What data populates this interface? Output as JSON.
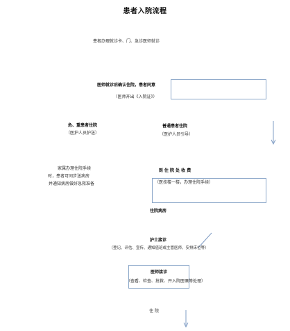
{
  "title": "患者入院流程",
  "step1": "患者办理就诊卡、门、急诊医师就诊",
  "step2": {
    "main": "医师就诊后确认住院，患者同意",
    "sub": "（医师开出《入院证》）"
  },
  "critical": {
    "main": "危、重患者住院",
    "sub": "（医护人员护送）"
  },
  "normal": {
    "main": "普通患者住院",
    "sub": "（医护人员引导）"
  },
  "family_note": {
    "line1": "家属办理住院手续",
    "line2": "时，患者可同步送病房",
    "line3": "并通知病房做好急救准备"
  },
  "admission": {
    "main": "到 住 院 处 收 费",
    "sub": "（医技楼一楼，办理住院手续）"
  },
  "ward": "住院病房",
  "nurse": {
    "main": "护士接诊",
    "sub": "（登记、评估、宣传、通知值班或主管医师、安排床位等）"
  },
  "doctor": {
    "main": "医师接诊",
    "sub": "（查看、检查、抢救、开入院医嘱等处理）"
  },
  "final": "住  院",
  "colors": {
    "box_border": "#8aa6c8",
    "arrow": "#7f9cc4"
  }
}
